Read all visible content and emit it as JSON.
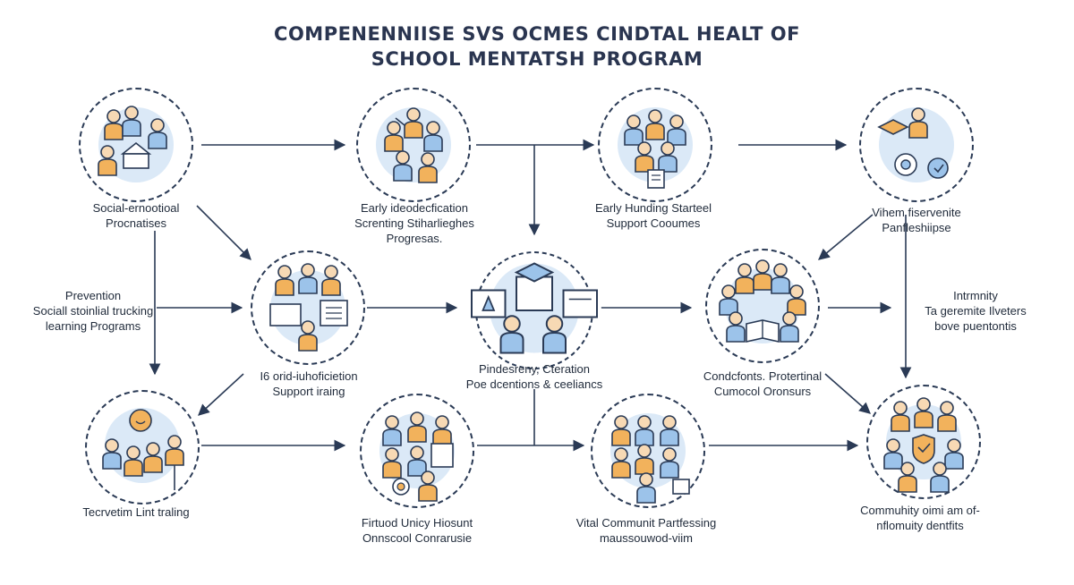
{
  "title": {
    "line1": "COMPENENNIISE SVS OCMES CINDTAL HEALT OF",
    "line2": "SCHOOL MENTATSH PROGRAM"
  },
  "nodes": [
    {
      "id": "social-emotional",
      "lines": [
        "Social-ernootioal",
        "Procnatises"
      ],
      "icon": "community-building-icon"
    },
    {
      "id": "early-identification",
      "lines": [
        "Early ideodecfication",
        "Screnting Stiharlieghes",
        "Progresas."
      ],
      "icon": "screening-group-icon"
    },
    {
      "id": "early-support",
      "lines": [
        "Early Hunding Starteel",
        "Support Cooumes"
      ],
      "icon": "support-team-icon"
    },
    {
      "id": "partnerships",
      "lines": [
        "Vihem fiservenite",
        "Panfleshiipse"
      ],
      "icon": "graduation-partners-icon"
    },
    {
      "id": "support-training",
      "lines": [
        "I6 orid-iuhoficietion",
        "Support iraing"
      ],
      "icon": "classroom-training-icon"
    },
    {
      "id": "prevention-center",
      "lines": [
        "Pindesreny, Cteration",
        "Poe dcentions & ceeliancs"
      ],
      "icon": "online-learning-icon"
    },
    {
      "id": "protective-councils",
      "lines": [
        "Condcfonts. Protertinal",
        "Cumocol Oronsurs"
      ],
      "icon": "reading-group-icon"
    },
    {
      "id": "teacher-training",
      "lines": [
        "Tecrvetim Lint traling"
      ],
      "icon": "family-wellbeing-icon"
    },
    {
      "id": "school-councils",
      "lines": [
        "Firtuod Unicy Hiosunt",
        "Onnscool Conrarusie"
      ],
      "icon": "student-council-icon"
    },
    {
      "id": "community-partnering",
      "lines": [
        "Vital Communit Partfessing",
        "maussouwod-viim"
      ],
      "icon": "community-partners-icon"
    },
    {
      "id": "community-outcomes",
      "lines": [
        "Commuhity oimi am of-",
        "nflomuity dentfits"
      ],
      "icon": "protected-community-icon"
    }
  ],
  "side_labels": [
    {
      "id": "prevention",
      "lines": [
        "Prevention",
        "Sociall stoinlial trucking",
        "learning Programs"
      ]
    },
    {
      "id": "intermnity",
      "lines": [
        "Intrmnity",
        "Ta geremite Ilveters",
        "bove puentontis"
      ]
    }
  ]
}
